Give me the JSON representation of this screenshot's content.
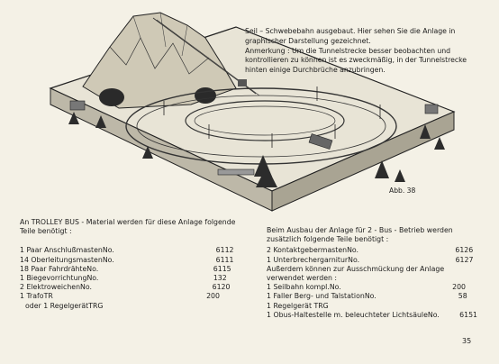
{
  "caption": {
    "line1": "Seil – Schwebebahn ausgebaut. Hier sehen Sie die Anlage in graphischer Darstellung gezeichnet.",
    "line2": "Anmerkung : Um die Tunnelstrecke besser beobachten und kontrollieren zu können ist es zweckmäßig, in der Tunnelstrecke hinten einige Durchbrüche anzubringen."
  },
  "figure_label": "Abb. 38",
  "left_column": {
    "intro": "An TROLLEY BUS - Material werden für diese Anlage folgende Teile benötigt :",
    "items": [
      {
        "desc": "1 Paar Anschlußmasten",
        "pre": "No.",
        "num": "6112"
      },
      {
        "desc": "14 Oberleitungsmasten",
        "pre": "No.",
        "num": "6111"
      },
      {
        "desc": "18 Paar Fahrdrähte",
        "pre": "No.",
        "num": "6115"
      },
      {
        "desc": "1 Biegevorrichtung",
        "pre": "No.",
        "num": "132"
      },
      {
        "desc": "2 Elektroweichen",
        "pre": "No.",
        "num": "6120"
      },
      {
        "desc": "1 Trafo",
        "pre": "TR",
        "num": "200"
      },
      {
        "desc": "  oder 1 Regelgerät",
        "pre": "TRG",
        "num": ""
      }
    ]
  },
  "right_column": {
    "intro": "Beim Ausbau der Anlage für 2 - Bus - Betrieb werden zusätzlich folgende Teile benötigt :",
    "items": [
      {
        "desc": "2 Kontaktgebermasten",
        "pre": "No.",
        "num": "6126"
      },
      {
        "desc": "1 Unterbrechergarnitur",
        "pre": "No.",
        "num": "6127"
      }
    ],
    "note": "Außerdem können zur Ausschmückung der Anlage verwendet werden :",
    "items2": [
      {
        "desc": "1 Seilbahn kompl.",
        "pre": "No.",
        "num": "200"
      },
      {
        "desc": "1 Faller Berg- und Talstation",
        "pre": "No.",
        "num": "58"
      },
      {
        "desc": "1 Regelgerät TRG",
        "pre": "",
        "num": ""
      },
      {
        "desc": "1 Obus-Haltestelle m. beleuchteter Lichtsäule",
        "pre": "No.",
        "num": "6151"
      }
    ]
  },
  "page_number": "35"
}
